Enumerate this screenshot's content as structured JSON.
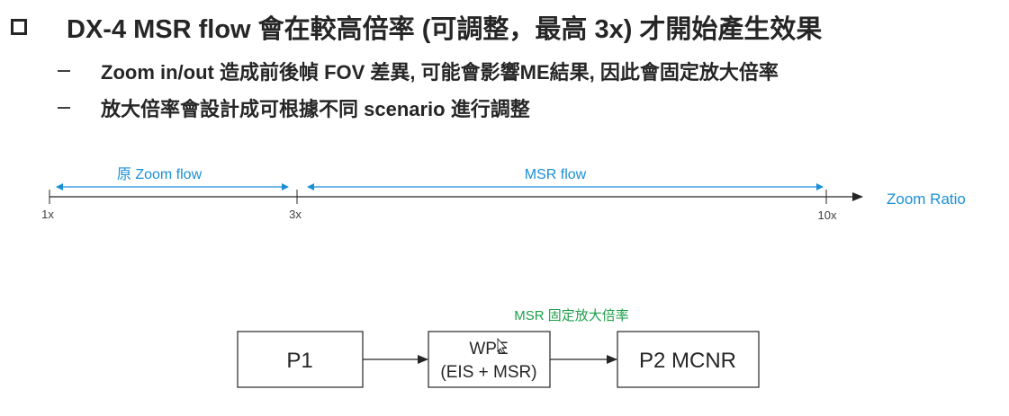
{
  "heading": {
    "title": "DX-4 MSR flow 會在較高倍率 (可調整，最高 3x) 才開始產生效果"
  },
  "bullets": [
    {
      "text": "Zoom in/out 造成前後幀 FOV 差異, 可能會影響ME結果, 因此會固定放大倍率"
    },
    {
      "text": "放大倍率會設計成可根據不同 scenario 進行調整"
    }
  ],
  "zoom_axis": {
    "axis_label": "Zoom Ratio",
    "ticks": [
      "1x",
      "3x",
      "10x"
    ],
    "ranges": [
      {
        "label": "原 Zoom flow",
        "from": "1x",
        "to": "3x"
      },
      {
        "label": "MSR flow",
        "from": "3x",
        "to": "10x"
      }
    ]
  },
  "pipeline": {
    "annotation": "MSR 固定放大倍率",
    "boxes": [
      {
        "line1": "P1",
        "line2": ""
      },
      {
        "line1": "WPE",
        "line2": "(EIS + MSR)"
      },
      {
        "line1": "P2 MCNR",
        "line2": ""
      }
    ]
  },
  "colors": {
    "accent_blue": "#1a8fd6",
    "annotation_green": "#1e9e4a",
    "text_dark": "#262626"
  }
}
